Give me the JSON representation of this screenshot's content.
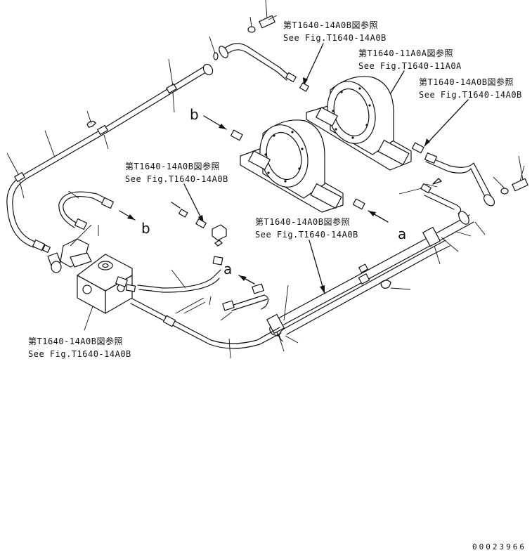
{
  "callouts": [
    {
      "jp": "第T1640-14A0B図参照",
      "en": "See Fig.T1640-14A0B"
    },
    {
      "jp": "第T1640-11A0A図参照",
      "en": "See Fig.T1640-11A0A"
    },
    {
      "jp": "第T1640-14A0B図参照",
      "en": "See Fig.T1640-14A0B"
    },
    {
      "jp": "第T1640-14A0B図参照",
      "en": "See Fig.T1640-14A0B"
    },
    {
      "jp": "第T1640-14A0B図参照",
      "en": "See Fig.T1640-14A0B"
    },
    {
      "jp": "第T1640-14A0B図参照",
      "en": "See Fig.T1640-14A0B"
    }
  ],
  "connection_labels": {
    "b_top": "b",
    "b_left": "b",
    "a_right": "a",
    "a_center": "a"
  },
  "document_number": "00023966"
}
